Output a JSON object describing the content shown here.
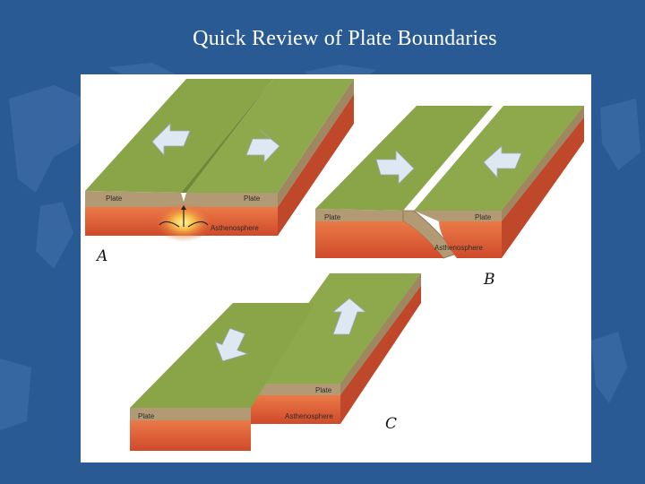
{
  "slide": {
    "title": "Quick Review of Plate Boundaries"
  },
  "diagram_a": {
    "letter": "A",
    "plate_left_label": "Plate",
    "plate_right_label": "Plate",
    "mantle_label": "Asthenosphere"
  },
  "diagram_b": {
    "letter": "B",
    "plate_left_label": "Plate",
    "plate_right_label": "Plate",
    "mantle_label": "Asthenosphere"
  },
  "diagram_c": {
    "letter": "C",
    "plate_back_label": "Plate",
    "plate_front_label": "Plate",
    "mantle_label": "Asthenosphere"
  },
  "colors": {
    "background": "#2a5a94",
    "plate_top": "#8aa548",
    "plate_side": "#b29a74",
    "mantle": "#e0603a",
    "arrow": "#dde8f2"
  }
}
